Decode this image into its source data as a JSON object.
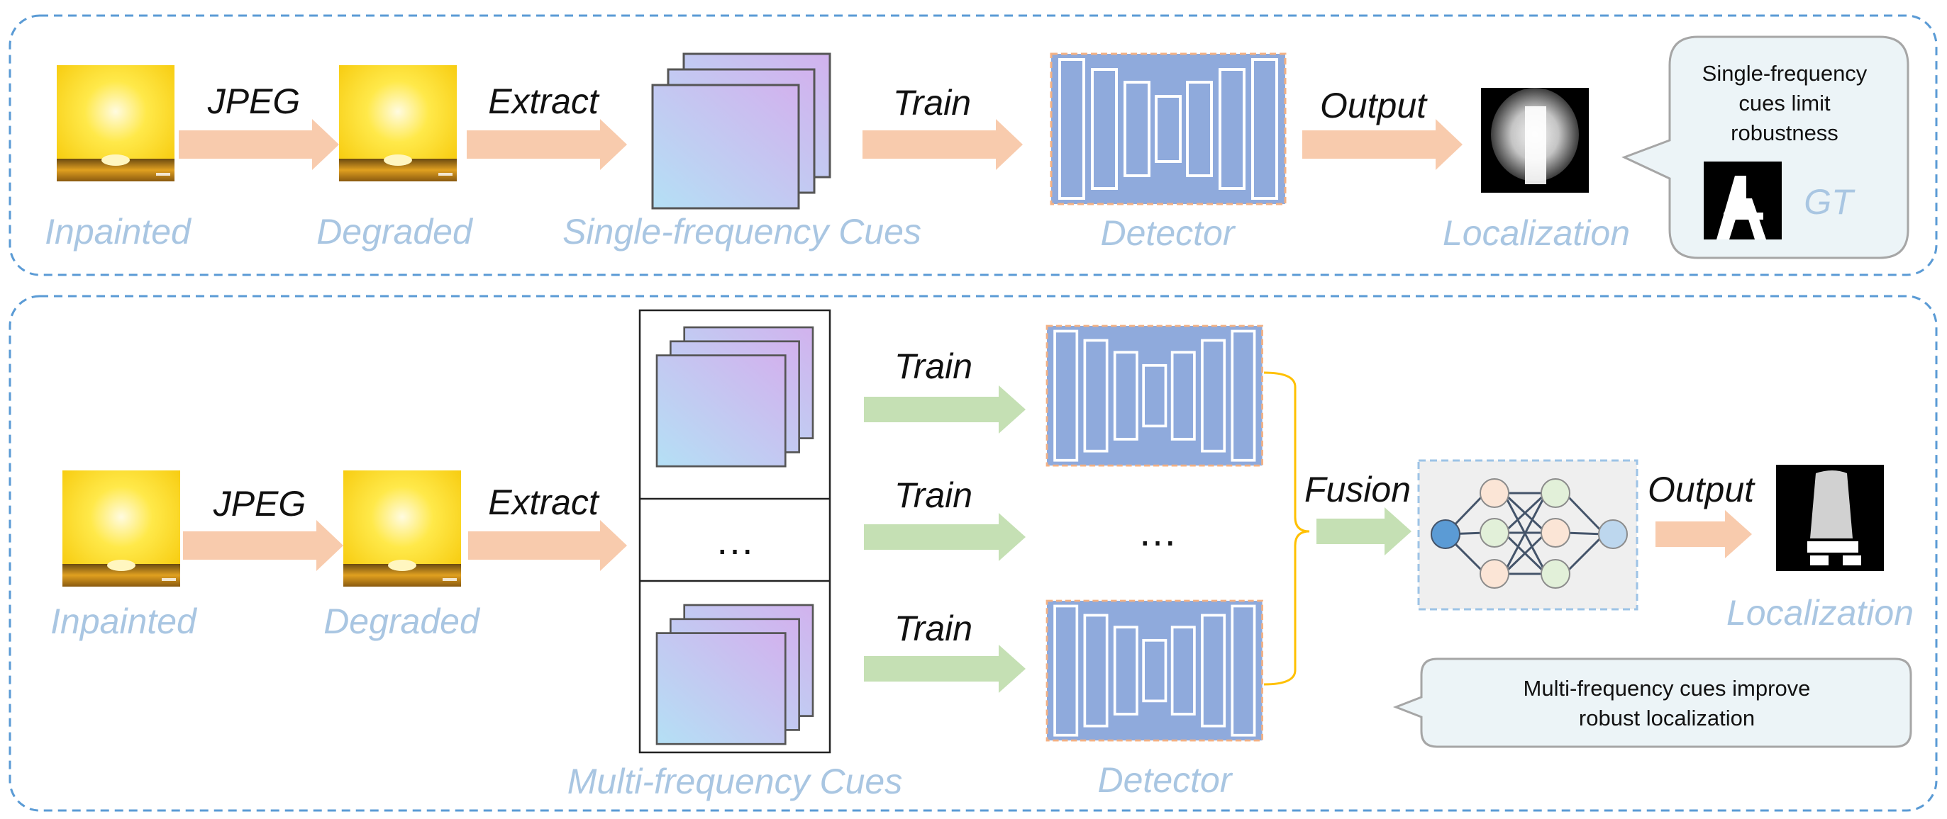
{
  "panel_top": {
    "labels": {
      "inpainted": "Inpainted",
      "degraded": "Degraded",
      "cues": "Single-frequency Cues",
      "detector": "Detector",
      "localization": "Localization"
    },
    "arrows": {
      "jpeg": "JPEG",
      "extract": "Extract",
      "train": "Train",
      "output": "Output"
    },
    "bubble": {
      "lines": [
        "Single-frequency",
        "cues limit",
        "robustness"
      ],
      "gt_label": "GT"
    }
  },
  "panel_bottom": {
    "labels": {
      "inpainted": "Inpainted",
      "degraded": "Degraded",
      "cues": "Multi-frequency Cues",
      "detector": "Detector",
      "localization": "Localization"
    },
    "arrows": {
      "jpeg": "JPEG",
      "extract": "Extract",
      "train_1": "Train",
      "train_2": "Train",
      "train_3": "Train",
      "fusion": "Fusion",
      "output": "Output"
    },
    "ellipsis_cues": "…",
    "ellipsis_detectors": "…",
    "bubble": {
      "lines": [
        "Multi-frequency cues improve",
        "robust localization"
      ]
    }
  },
  "colors": {
    "panel_border": "#5b9bd5",
    "label_blue": "#a9c6e2",
    "arrow_orange": "#f8cbad",
    "arrow_green": "#c5e0b4",
    "detector_fill": "#8faadc",
    "detector_border": "#f4b183",
    "bracket": "#ffc000",
    "bubble_fill": "#ecf4f7"
  }
}
